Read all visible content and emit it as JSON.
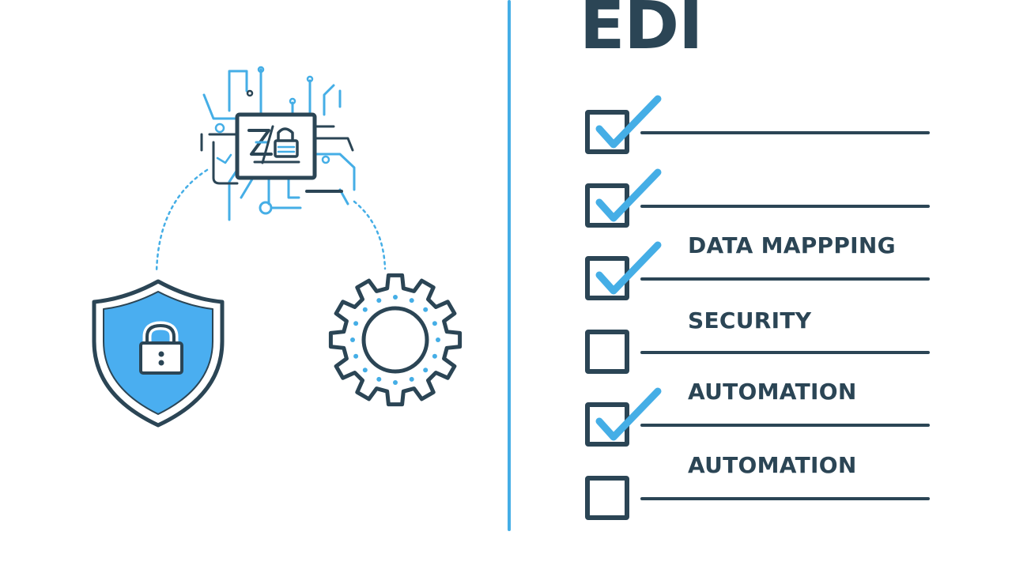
{
  "title": "EDI",
  "checklist": [
    {
      "checked": true,
      "label": ""
    },
    {
      "checked": true,
      "label": ""
    },
    {
      "checked": true,
      "label": "DATA MAPPPING"
    },
    {
      "checked": false,
      "label": "SECURITY"
    },
    {
      "checked": true,
      "label": "AUTOMATION"
    },
    {
      "checked": false,
      "label": "AUTOMATION"
    }
  ],
  "illustrations": {
    "top": "circuit-chip-icon",
    "left": "shield-lock-icon",
    "right": "gear-icon"
  },
  "colors": {
    "accent": "#45aee6",
    "dark": "#2b4555",
    "shield_fill": "#4aaef0"
  }
}
